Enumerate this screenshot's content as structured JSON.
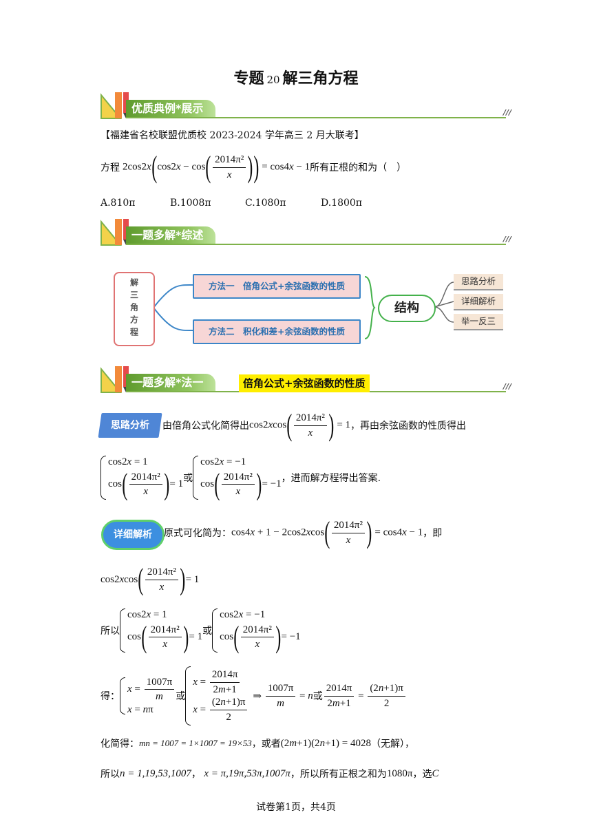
{
  "page": {
    "title_prefix": "专题",
    "title_num": "20",
    "title_main": "解三角方程",
    "footer": "试卷第1页，共4页"
  },
  "sections": {
    "s1": "优质典例*展示",
    "s2": "一题多解*综述",
    "s3": "一题多解*法一",
    "s3_tag": "倍角公式+余弦函数的性质",
    "marks": "///"
  },
  "problem": {
    "source": "【福建省名校联盟优质校 2023-2024 学年高三 2 月大联考】",
    "lead": "方程",
    "tail": "所有正根的和为（　）",
    "options": [
      "A.810π",
      "B.1008π",
      "C.1080π",
      "D.1800π"
    ]
  },
  "diagram": {
    "left_label": "解三角方程",
    "method1": "方法一　倍角公式+余弦函数的性质",
    "method2": "方法二　积化和差+余弦函数的性质",
    "center": "结构",
    "right_items": [
      "思路分析",
      "详细解析",
      "举一反三"
    ]
  },
  "analysis": {
    "badge": "思路分析",
    "line1_a": "由倍角公式化简得出",
    "line1_b": "，再由余弦函数的性质得出",
    "or": "或",
    "line2_end": "，进而解方程得出答案."
  },
  "solution": {
    "badge": "详细解析",
    "line1_a": "原式可化简为：",
    "line1_b": "，即",
    "so": "所以",
    "or": "或",
    "get": "得：",
    "simplify": "化简得：",
    "eq1": "mn = 1007 = 1×1007 = 19×53",
    "or_else": "，或者",
    "no_solution": "（无解），",
    "final_a": "所以",
    "n_vals": "n = 1,19,53,1007",
    "x_vals": "x = π,19π,53π,1007π",
    "final_b": "，所以所有正根之和为",
    "sum": "1080π",
    "final_c": "，选",
    "choice": "C"
  },
  "colors": {
    "banner_green": "#7fb24a",
    "method_border": "#3c86c8",
    "method_fill": "#f7d6d6",
    "struct_border": "#44b14b",
    "yellow": "#ffee00",
    "badge_blue": "#4f86d6"
  }
}
